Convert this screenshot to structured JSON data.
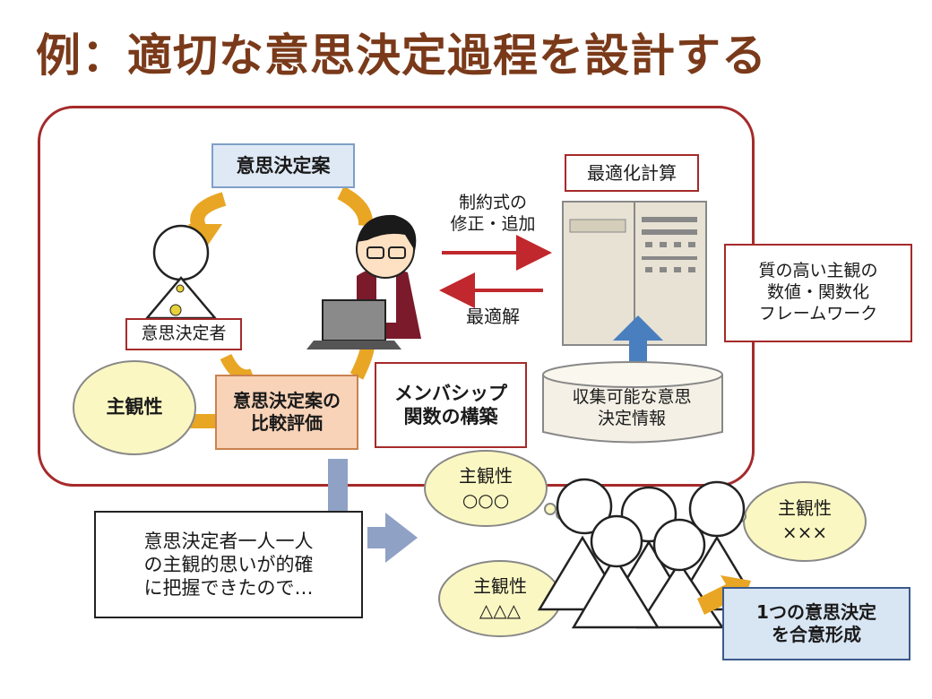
{
  "title": "例：適切な意思決定過程を設計する",
  "boxes": {
    "proposal": "意思決定案",
    "optimization": "最適化計算",
    "constraint": "制約式の\n修正・追加",
    "optimal": "最適解",
    "quality": "質の高い主観の\n数値・関数化\nフレームワーク",
    "decision_maker": "意思決定者",
    "subjectivity": "主観性",
    "comparison": "意思決定案の\n比較評価",
    "membership": "メンバシップ\n関数の構築",
    "collectable": "収集可能な意思\n決定情報",
    "grasp": "意思決定者一人一人\nの主観的思いが的確\nに把握できたので…",
    "subj_a": "主観性\n○○○",
    "subj_b": "主観性\n△△△",
    "subj_c": "主観性\n×××",
    "consensus": "1つの意思決定\nを合意形成"
  },
  "colors": {
    "title": "#7a3a1a",
    "frame": "#a52a2a",
    "arrow_gold": "#e8a624",
    "arrow_red": "#c0282d",
    "arrow_blue": "#4a7fbf",
    "arrow_slate": "#8fa1c4",
    "cloud": "#fbf7c2"
  }
}
